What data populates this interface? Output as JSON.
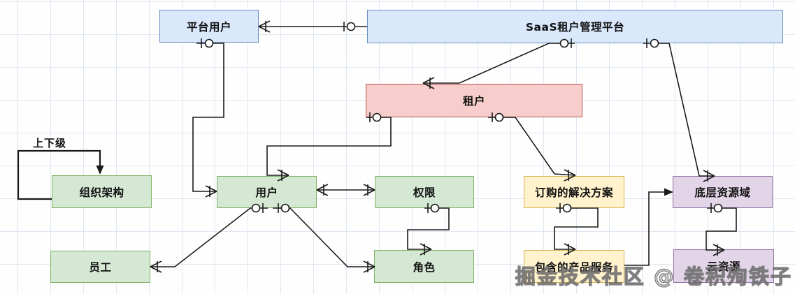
{
  "edge_label": "上下级",
  "watermark": "掘金技术社区 @ 卷积殉铁子",
  "entities": [
    {
      "id": "platform-user",
      "label": "平台用户",
      "fill": "#dae8fc",
      "border": "#6c8ebf"
    },
    {
      "id": "saas-tenant-platform",
      "label": "SaaS租户管理平台",
      "fill": "#dae8fc",
      "border": "#6c8ebf"
    },
    {
      "id": "tenant",
      "label": "租户",
      "fill": "#f8cecc",
      "border": "#b85450"
    },
    {
      "id": "org-structure",
      "label": "组织架构",
      "fill": "#d5e8d4",
      "border": "#82b366"
    },
    {
      "id": "user",
      "label": "用户",
      "fill": "#d5e8d4",
      "border": "#82b366"
    },
    {
      "id": "permission",
      "label": "权限",
      "fill": "#d5e8d4",
      "border": "#82b366"
    },
    {
      "id": "employee",
      "label": "员工",
      "fill": "#d5e8d4",
      "border": "#82b366"
    },
    {
      "id": "role",
      "label": "角色",
      "fill": "#d5e8d4",
      "border": "#82b366"
    },
    {
      "id": "subscribed-solution",
      "label": "订购的解决方案",
      "fill": "#fff2cc",
      "border": "#d6b656"
    },
    {
      "id": "included-product-service",
      "label": "包含的产品服务",
      "fill": "#fff2cc",
      "border": "#d6b656"
    },
    {
      "id": "base-resource-domain",
      "label": "底层资源域",
      "fill": "#e1d5e7",
      "border": "#9673a6"
    },
    {
      "id": "cloud-resource",
      "label": "云资源",
      "fill": "#e1d5e7",
      "border": "#9673a6"
    }
  ],
  "relationships": [
    {
      "from": "平台用户",
      "to": "SaaS租户管理平台",
      "from_end": "many",
      "to_end": "zero-or-one"
    },
    {
      "from": "平台用户",
      "to": "用户",
      "from_end": "zero-or-one",
      "to_end": "many"
    },
    {
      "from": "SaaS租户管理平台",
      "to": "租户",
      "from_end": "zero-or-one",
      "to_end": "many"
    },
    {
      "from": "SaaS租户管理平台",
      "to": "底层资源域",
      "from_end": "zero-or-one",
      "to_end": "many"
    },
    {
      "from": "租户",
      "to": "用户",
      "from_end": "zero-or-one",
      "to_end": "many"
    },
    {
      "from": "租户",
      "to": "订购的解决方案",
      "from_end": "zero-or-one",
      "to_end": "many"
    },
    {
      "from": "用户",
      "to": "权限",
      "from_end": "many",
      "to_end": "many"
    },
    {
      "from": "用户",
      "to": "员工",
      "from_end": "zero-or-one",
      "to_end": "many"
    },
    {
      "from": "用户",
      "to": "角色",
      "from_end": "zero-or-one",
      "to_end": "many"
    },
    {
      "from": "权限",
      "to": "角色",
      "from_end": "zero-or-one",
      "to_end": "many"
    },
    {
      "from": "订购的解决方案",
      "to": "包含的产品服务",
      "from_end": "zero-or-one",
      "to_end": "many"
    },
    {
      "from": "包含的产品服务",
      "to": "底层资源域",
      "from_end": "none",
      "to_end": "arrow"
    },
    {
      "from": "底层资源域",
      "to": "云资源",
      "from_end": "zero-or-one",
      "to_end": "many"
    },
    {
      "from": "组织架构",
      "to": "组织架构",
      "label": "上下级",
      "from_end": "none",
      "to_end": "arrow"
    }
  ],
  "colors": {
    "line": "#1a1a1a",
    "grid": "#c7d4e6",
    "background": "#fefefe"
  }
}
